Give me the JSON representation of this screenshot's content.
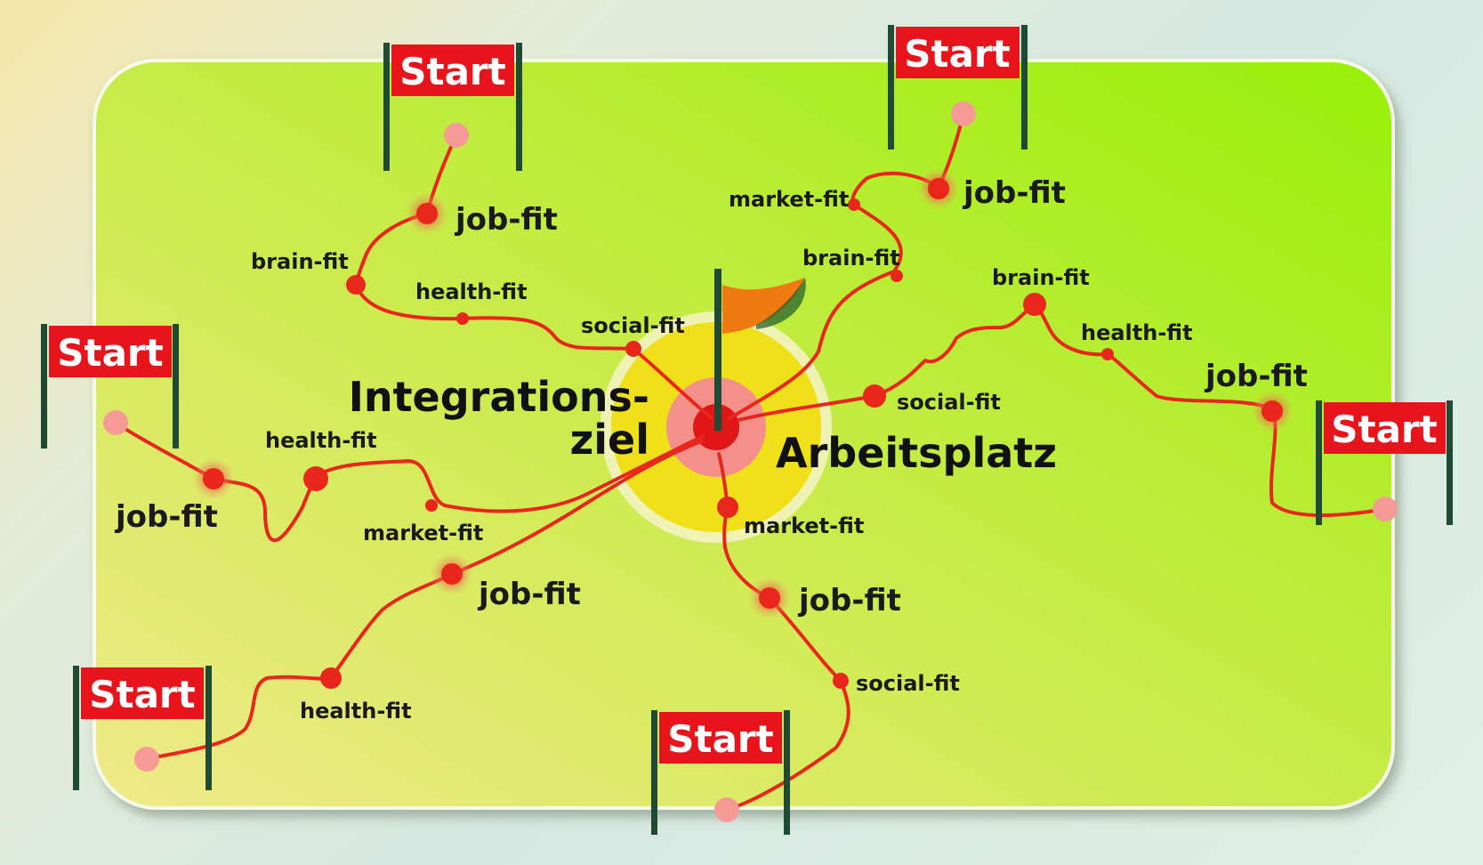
{
  "center": {
    "line1": "Integrations-",
    "line2": "ziel",
    "line3": "Arbeitsplatz"
  },
  "start_label": "Start",
  "labels": {
    "top_left": {
      "job_fit": "job-fit",
      "brain_fit": "brain-fit",
      "health_fit": "health-fit",
      "social_fit": "social-fit"
    },
    "top_right": {
      "job_fit": "job-fit",
      "market_fit": "market-fit",
      "brain_fit": "brain-fit"
    },
    "right": {
      "brain_fit": "brain-fit",
      "health_fit": "health-fit",
      "job_fit": "job-fit",
      "social_fit": "social-fit"
    },
    "left": {
      "job_fit": "job-fit",
      "health_fit": "health-fit",
      "market_fit": "market-fit"
    },
    "bottom_left": {
      "job_fit": "job-fit",
      "health_fit": "health-fit"
    },
    "bottom": {
      "market_fit": "market-fit",
      "job_fit": "job-fit",
      "social_fit": "social-fit"
    }
  },
  "colors": {
    "board_light": "#e6ee7a",
    "board_dark": "#9cf00c",
    "route": "#e8261b",
    "start_bg": "#e8141b",
    "post": "#1f4a33",
    "target_yellow": "#f0e01a",
    "flag": "#f07a12"
  }
}
